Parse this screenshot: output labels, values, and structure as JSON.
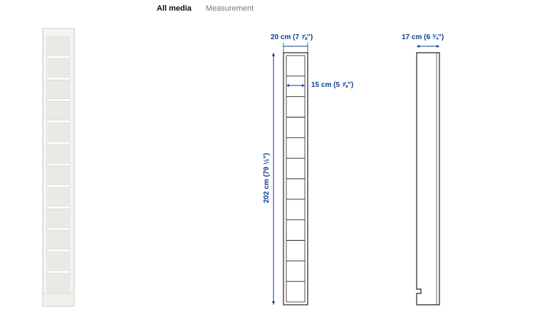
{
  "tabs": [
    {
      "label": "All media",
      "active": true
    },
    {
      "label": "Measurement",
      "active": false
    }
  ],
  "product": {
    "shelf_count": 12
  },
  "dimensions": {
    "width_label": "20 cm (7 ⅞\")",
    "inner_width_label": "15 cm (5 ⅞\")",
    "depth_label": "17 cm (6 ¾\")",
    "height_label": "202 cm (79 ½\")"
  },
  "colors": {
    "dimension": "#0b3f8f",
    "line": "#222222",
    "shelf_white": "#f4f4f2"
  }
}
